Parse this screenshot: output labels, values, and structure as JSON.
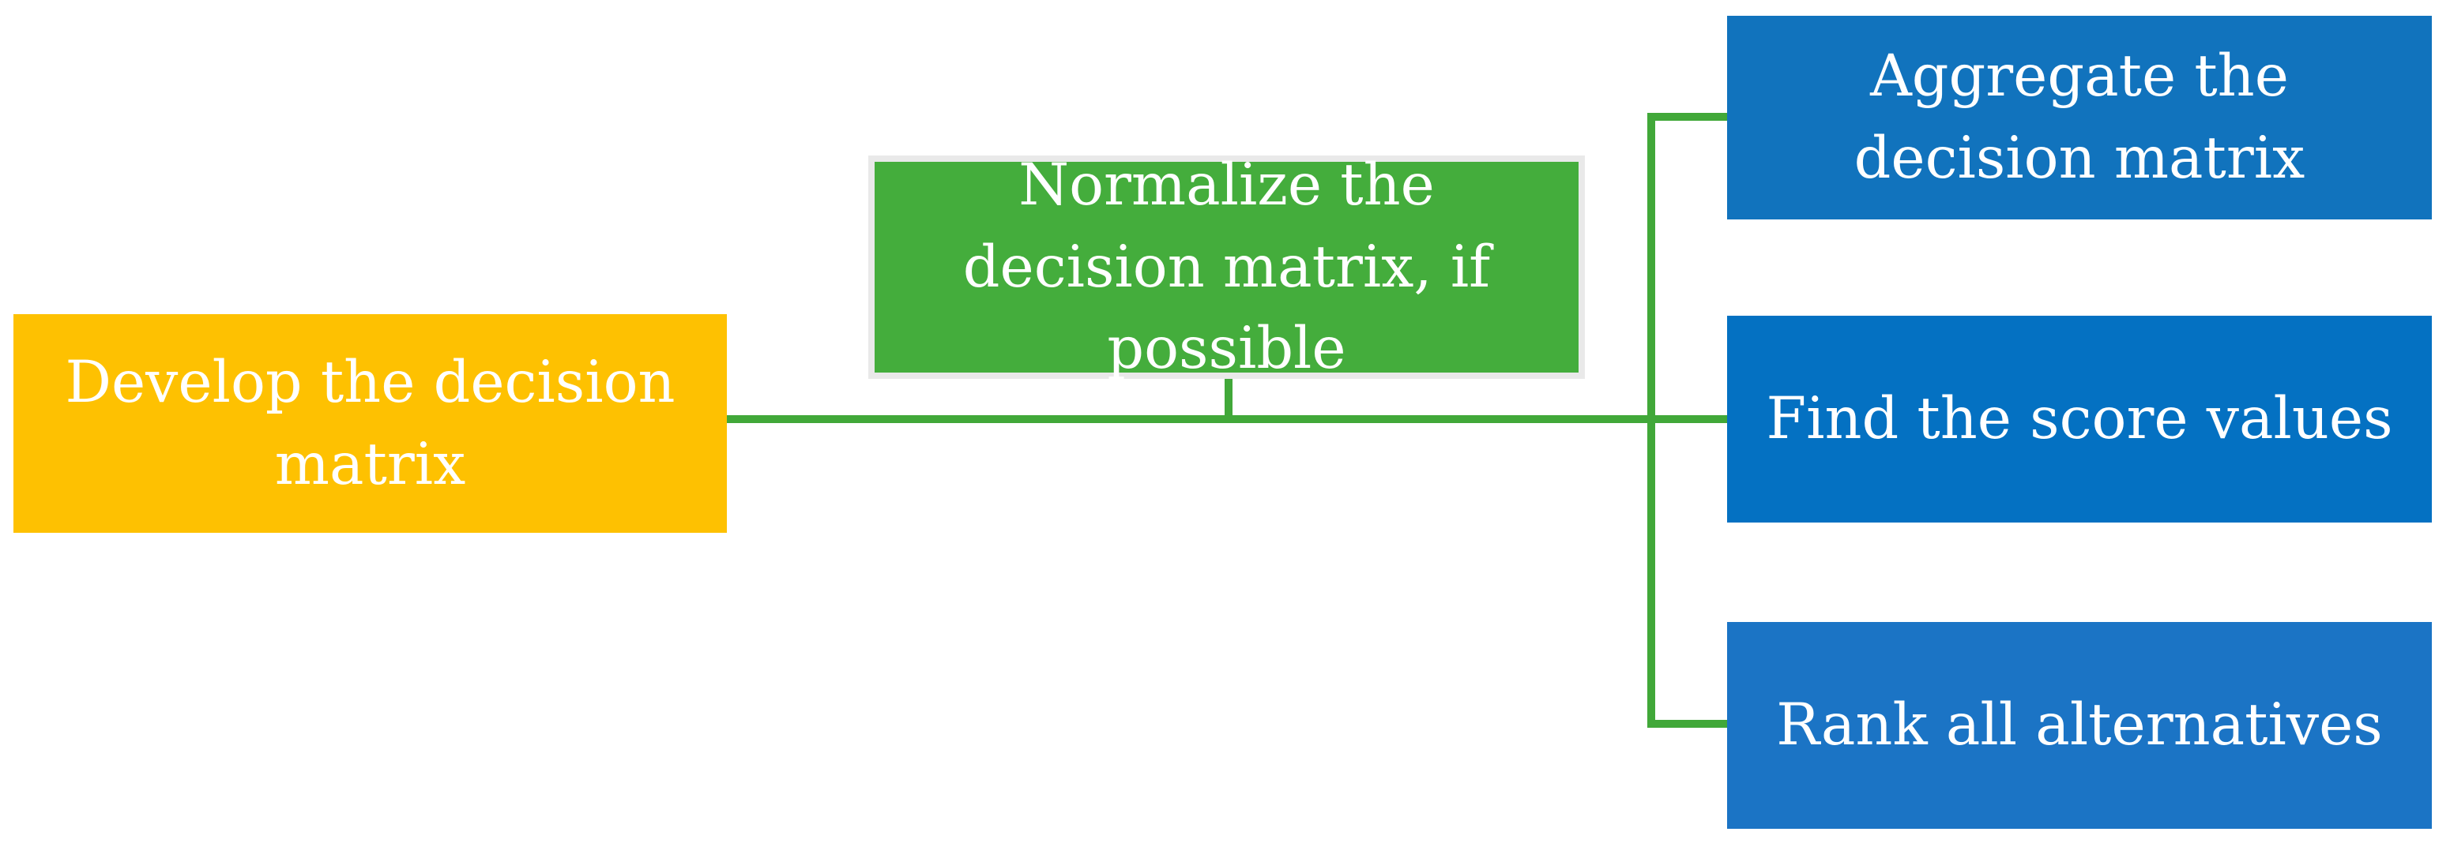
{
  "figure": {
    "type": "flowchart",
    "background": "#ffffff",
    "connector_color": "#41a839",
    "text_color": "#ffffff",
    "nodes": {
      "develop": {
        "label": "Develop the decision matrix",
        "fill": "#fec101",
        "text_color": "#ffffff"
      },
      "normalize": {
        "label": "Normalize the decision matrix, if possible",
        "fill": "#44ad3c",
        "border": "#e9e9e9",
        "text_color": "#ffffff"
      },
      "aggregate": {
        "label": "Aggregate the decision matrix",
        "fill": "#1173bd",
        "text_color": "#ffffff"
      },
      "find_score": {
        "label": "Find the score values",
        "fill": "#0471c2",
        "text_color": "#ffffff"
      },
      "rank": {
        "label": "Rank all alternatives",
        "fill": "#1b74c5",
        "text_color": "#ffffff"
      }
    },
    "edges": [
      {
        "from": "develop",
        "to": "find_score",
        "shape": "straight horizontal line"
      },
      {
        "from": "normalize",
        "to": "main horizontal line",
        "shape": "short vertical stub from box bottom center"
      },
      {
        "from": "main horizontal line",
        "to": "aggregate",
        "shape": "vertical trunk up, then stub right"
      },
      {
        "from": "main horizontal line",
        "to": "rank",
        "shape": "vertical trunk down, then stub right"
      }
    ]
  }
}
